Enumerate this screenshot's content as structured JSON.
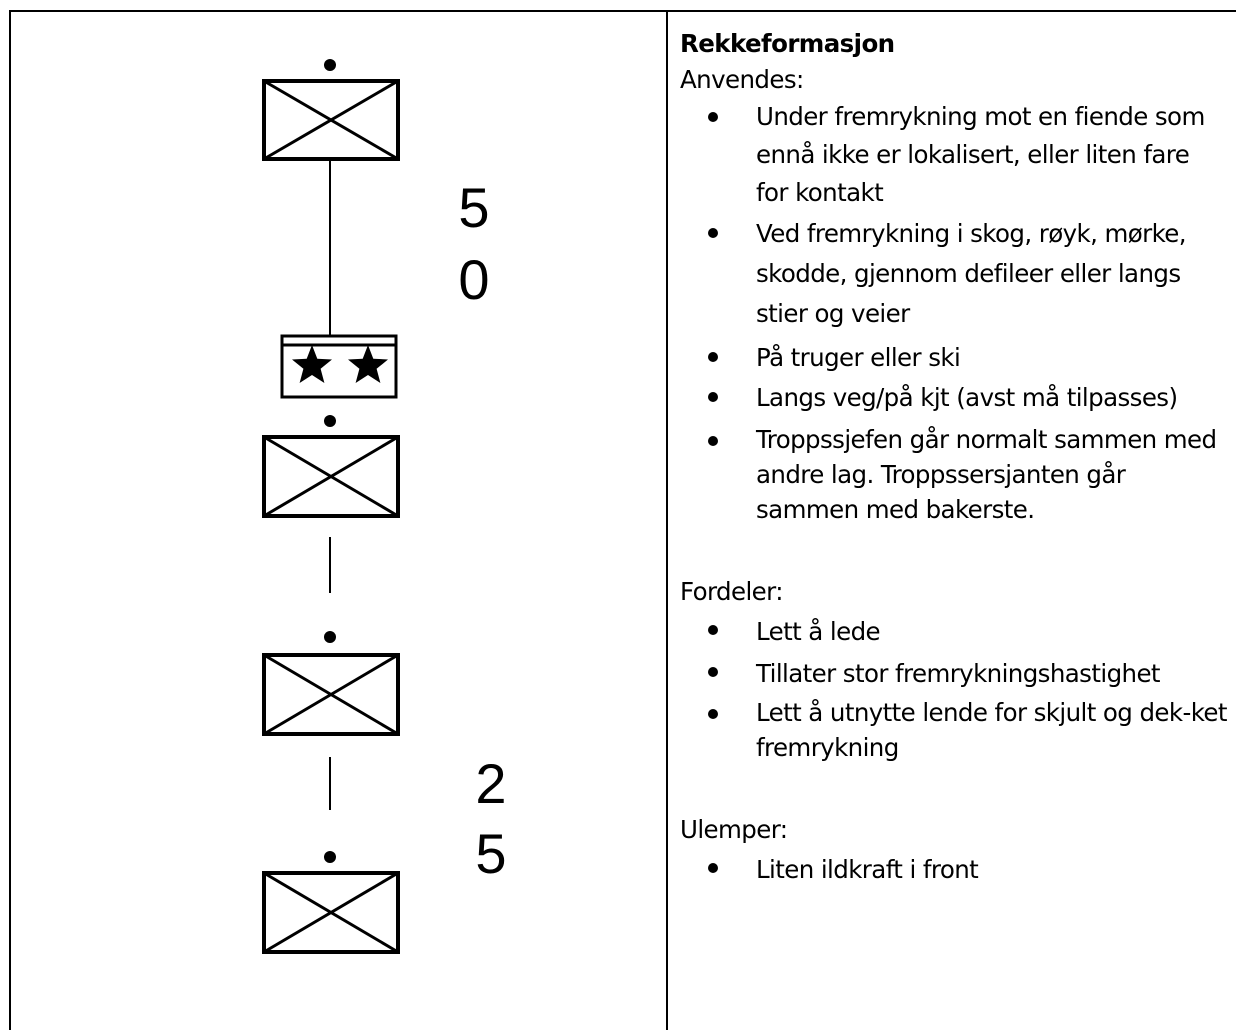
{
  "diagram": {
    "distance_front": [
      "5",
      "0"
    ],
    "distance_rear": [
      "2",
      "5"
    ],
    "symbols": [
      "squad-symbol",
      "platoon-leader-symbol",
      "squad-symbol",
      "squad-symbol",
      "squad-symbol"
    ]
  },
  "content": {
    "title": "Rekkeformasjon",
    "usage_label": "Anvendes:",
    "usage_items": [
      "Under fremrykning mot en fiende som ennå ikke er lokalisert, eller liten fare for kontakt",
      "Ved fremrykning i skog, røyk, mørke, skodde, gjennom defileer eller langs stier og veier",
      "På truger eller ski",
      "Langs veg/på kjt (avst må tilpasses)",
      "Troppssjefen går normalt sammen med andre lag. Troppssersjanten går sammen med bakerste."
    ],
    "advantages_label": "Fordeler:",
    "advantages_items": [
      "Lett å lede",
      "Tillater stor fremrykningshastighet",
      "Lett å utnytte lende for skjult og dek-ket fremrykning"
    ],
    "disadvantages_label": "Ulemper:",
    "disadvantages_items": [
      "Liten ildkraft i front"
    ]
  }
}
